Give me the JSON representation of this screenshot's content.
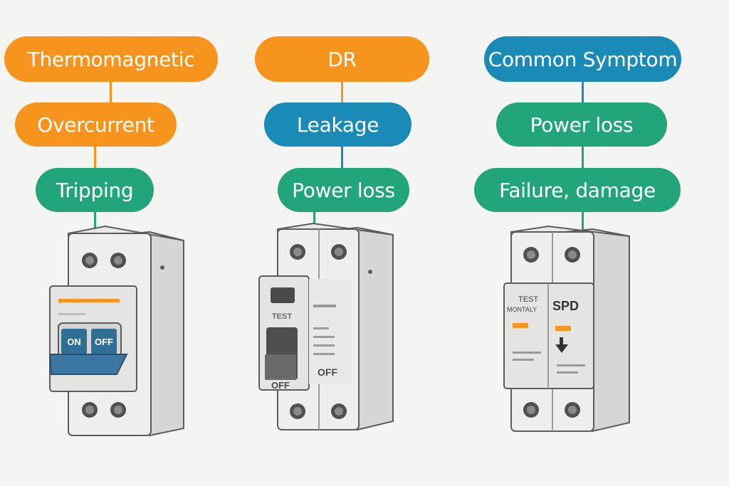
{
  "colors": {
    "orange": "#f7941d",
    "blue": "#1a8ab6",
    "green": "#23a57b",
    "background": "#f4f4f2"
  },
  "columns": [
    {
      "labels": [
        {
          "text": "Thermomagnetic",
          "color": "orange"
        },
        {
          "text": "Overcurrent",
          "color": "orange"
        },
        {
          "text": "Tripping",
          "color": "green"
        }
      ],
      "device": {
        "type": "thermomagnetic-breaker",
        "icon": "two-pole-breaker-icon",
        "switch_on_label": "ON",
        "switch_off_label": "OFF"
      }
    },
    {
      "labels": [
        {
          "text": "DR",
          "color": "orange"
        },
        {
          "text": "Leakage",
          "color": "blue"
        },
        {
          "text": "Power loss",
          "color": "green"
        }
      ],
      "device": {
        "type": "residual-current-device",
        "icon": "rcd-icon",
        "test_label": "TEST",
        "lever_label": "OFF",
        "side_label": "OFF"
      }
    },
    {
      "labels": [
        {
          "text": "Common Symptom",
          "color": "blue"
        },
        {
          "text": "Power loss",
          "color": "green"
        },
        {
          "text": "Failure, damage",
          "color": "green"
        }
      ],
      "device": {
        "type": "surge-protection-device",
        "icon": "spd-icon",
        "test_label": "TEST",
        "test_sub_label": "MONTALY",
        "spd_label": "SPD",
        "indicator_icon": "down-arrow-icon"
      }
    }
  ]
}
